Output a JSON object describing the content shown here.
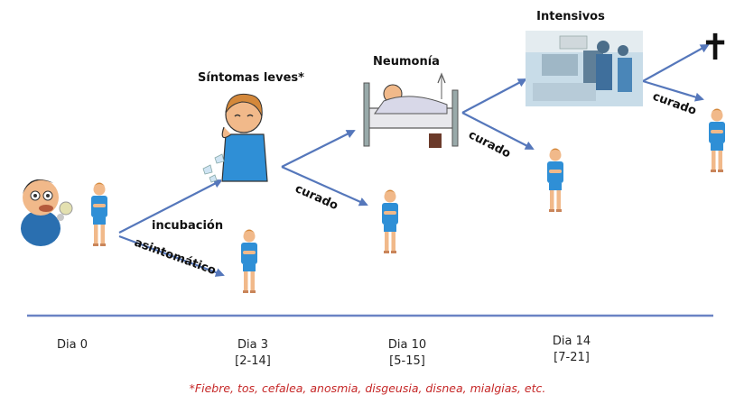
{
  "colors": {
    "arrow": "#5577bb",
    "timeline": "#6a83c4",
    "shirt": "#2f8fd6",
    "skin": "#f1b98a",
    "hair": "#d4883a",
    "footnote": "#c62828"
  },
  "stages": {
    "mild": "Síntomas leves*",
    "pneumonia": "Neumonía",
    "icu": "Intensivos"
  },
  "edges": {
    "incubation": "incubación",
    "asymptomatic": "asintomático",
    "cured_1": "curado",
    "cured_2": "curado",
    "cured_3": "curado"
  },
  "death_symbol": "✝",
  "timeline": {
    "day0": {
      "label": "Dia 0",
      "range": ""
    },
    "day3": {
      "label": "Dia 3",
      "range": "[2-14]"
    },
    "day10": {
      "label": "Dia 10",
      "range": "[5-15]"
    },
    "day14": {
      "label": "Dia 14",
      "range": "[7-21]"
    }
  },
  "footnote": "*Fiebre, tos, cefalea, anosmia, disgeusia, disnea, mialgias, etc.",
  "icons": [
    "sick-man-icon",
    "person-icon",
    "coughing-person-icon",
    "hospital-bed-icon",
    "icu-photo-icon",
    "cross-icon"
  ]
}
